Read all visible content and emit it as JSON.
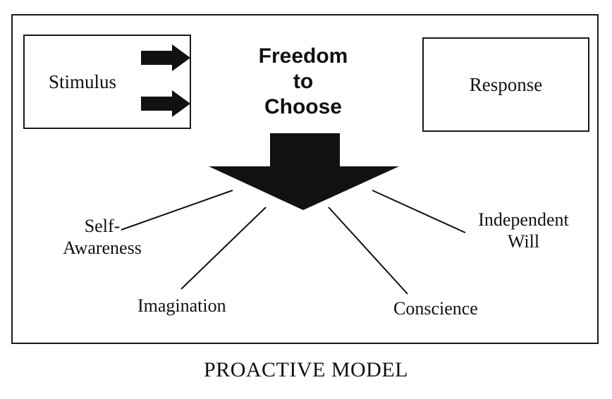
{
  "diagram": {
    "stimulus_label": "Stimulus",
    "response_label": "Response",
    "center_title_line1": "Freedom",
    "center_title_line2": "to",
    "center_title_line3": "Choose",
    "endowments": {
      "self_awareness_line1": "Self-",
      "self_awareness_line2": "Awareness",
      "imagination": "Imagination",
      "conscience": "Conscience",
      "independent_will_line1": "Independent",
      "independent_will_line2": "Will"
    },
    "caption": "PROACTIVE MODEL"
  }
}
